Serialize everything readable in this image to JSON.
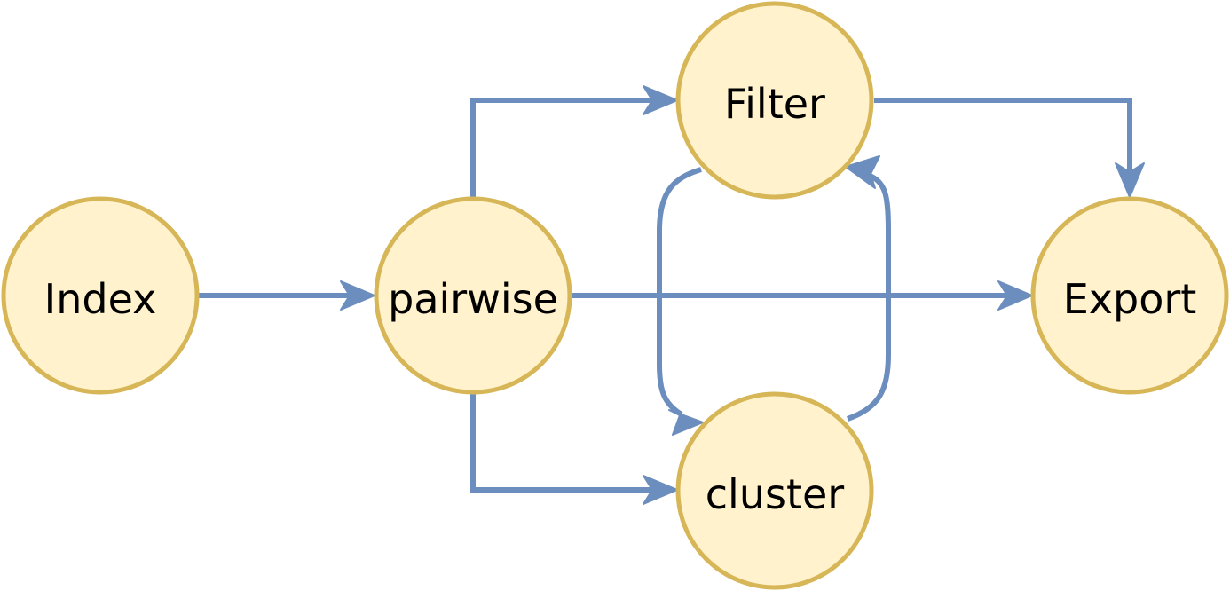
{
  "diagram": {
    "colors": {
      "node_fill": "#fff2cc",
      "node_stroke": "#d6b656",
      "edge": "#6c8ebf"
    },
    "nodes": {
      "index": {
        "label": "Index"
      },
      "pairwise": {
        "label": "pairwise"
      },
      "filter": {
        "label": "Filter"
      },
      "cluster": {
        "label": "cluster"
      },
      "export": {
        "label": "Export"
      }
    },
    "edges": [
      {
        "from": "index",
        "to": "pairwise"
      },
      {
        "from": "pairwise",
        "to": "filter"
      },
      {
        "from": "pairwise",
        "to": "cluster"
      },
      {
        "from": "pairwise",
        "to": "export"
      },
      {
        "from": "filter",
        "to": "export"
      },
      {
        "from": "filter",
        "to": "cluster"
      },
      {
        "from": "cluster",
        "to": "filter"
      }
    ]
  }
}
